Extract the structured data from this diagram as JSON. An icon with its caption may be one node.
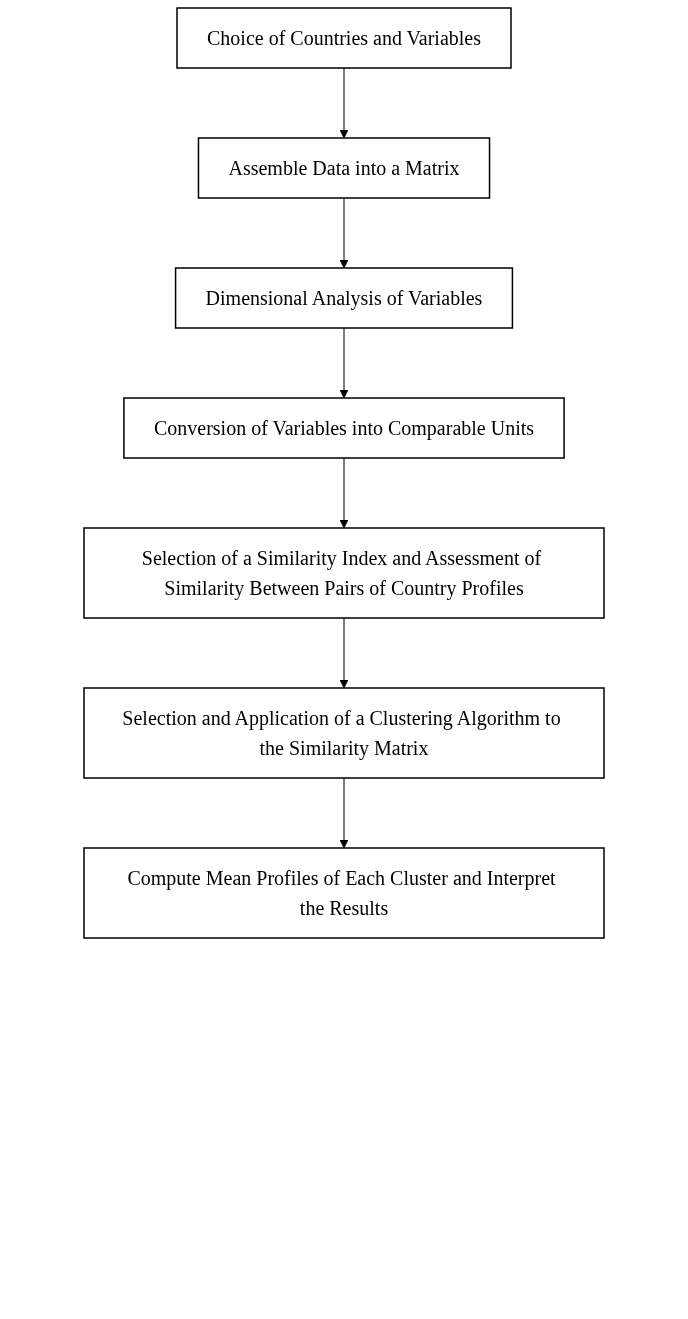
{
  "diagram": {
    "nodes": [
      {
        "text": [
          "Choice of Countries and Variables"
        ]
      },
      {
        "text": [
          "Assemble Data into a Matrix"
        ]
      },
      {
        "text": [
          "Dimensional Analysis of Variables"
        ]
      },
      {
        "text": [
          "Conversion of Variables into Comparable Units"
        ]
      },
      {
        "text": [
          "Selection of a Similarity Index and Assessment of Similarity Between Pairs of Country Profiles"
        ]
      },
      {
        "text": [
          "Selection and Application of a Clustering Algorithm to the Similarity Matrix"
        ]
      },
      {
        "text": [
          "Compute Mean Profiles of Each Cluster and Interpret the Results"
        ]
      }
    ],
    "edges": [
      {
        "from": 0,
        "to": 1,
        "arrow": "to"
      },
      {
        "from": 1,
        "to": 2,
        "arrow": "to"
      },
      {
        "from": 2,
        "to": 3,
        "arrow": "to"
      },
      {
        "from": 3,
        "to": 4,
        "arrow": "to"
      },
      {
        "from": 4,
        "to": 5,
        "arrow": "to"
      },
      {
        "from": 5,
        "to": 6,
        "arrow": "to"
      }
    ]
  }
}
